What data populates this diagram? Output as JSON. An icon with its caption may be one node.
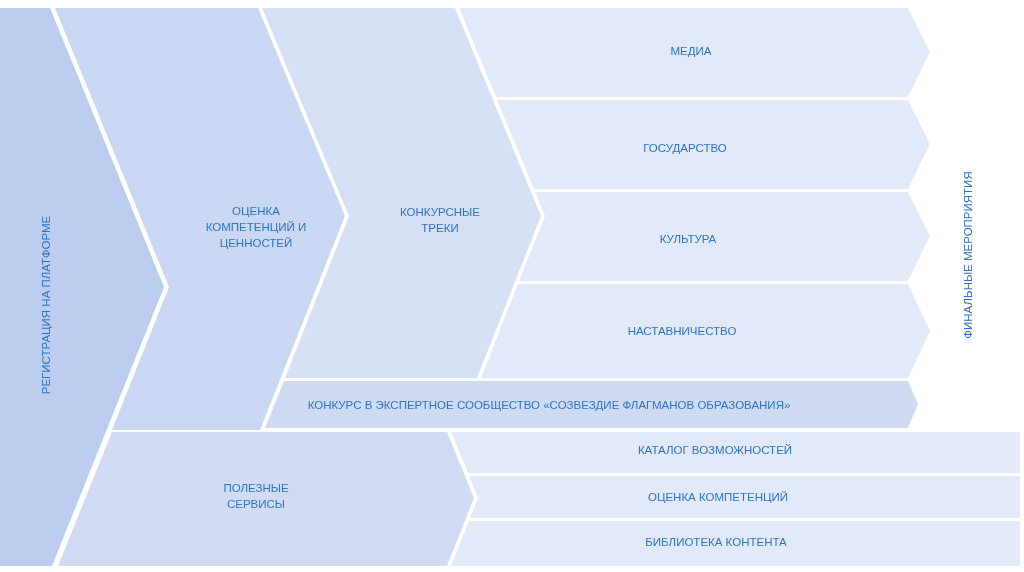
{
  "diagram": {
    "nodes": [
      {
        "text": [
          "РЕГИСТРАЦИЯ НА ПЛАТФОРМЕ"
        ]
      },
      {
        "text": [
          "ОЦЕНКА КОМПЕТЕНЦИЙ И ЦЕННОСТЕЙ"
        ]
      },
      {
        "text": [
          "КОНКУРСНЫЕ ТРЕКИ"
        ]
      },
      {
        "text": [
          "МЕДИА"
        ]
      },
      {
        "text": [
          "ГОСУДАРСТВО"
        ]
      },
      {
        "text": [
          "КУЛЬТУРА"
        ]
      },
      {
        "text": [
          "НАСТАВНИЧЕСТВО"
        ]
      },
      {
        "text": [
          "КОНКУРС В ЭКСПЕРТНОЕ СООБЩЕСТВО «СОЗВЕЗДИЕ ФЛАГМАНОВ ОБРАЗОВАНИЯ»"
        ]
      },
      {
        "text": [
          "ПОЛЕЗНЫЕ СЕРВИСЫ"
        ]
      },
      {
        "text": [
          "КАТАЛОГ ВОЗМОЖНОСТЕЙ"
        ]
      },
      {
        "text": [
          "ОЦЕНКА КОМПЕТЕНЦИЙ"
        ]
      },
      {
        "text": [
          "БИБЛИОТЕКА КОНТЕНТА"
        ]
      }
    ],
    "labels": [
      "ФИНАЛЬНЫЕ МЕРОПРИЯТИЯ"
    ]
  }
}
